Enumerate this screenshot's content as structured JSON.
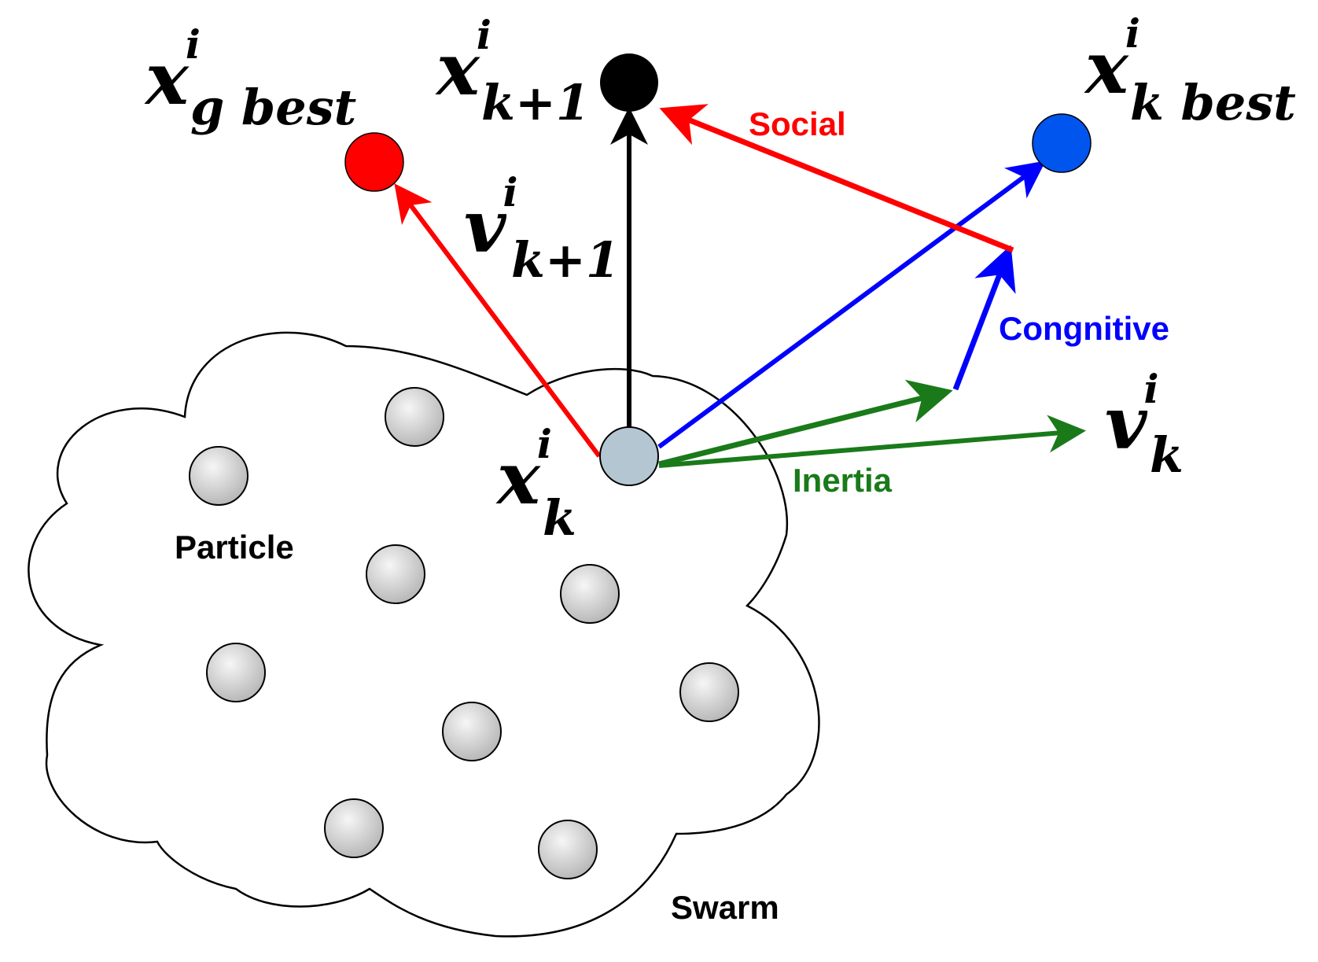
{
  "colors": {
    "social": "#ff0000",
    "cognitive": "#0000ff",
    "inertia": "#1a7a1a",
    "velocity_next": "#000000",
    "gbest_point": "#ff0000",
    "pbest_point": "#0055ee",
    "next_point": "#000000",
    "current_particle": "#b5c6d3",
    "swarm_particle": "#d3d3d3"
  },
  "labels": {
    "social": "Social",
    "cognitive": "Congnitive",
    "inertia": "Inertia",
    "particle": "Particle",
    "swarm": "Swarm"
  },
  "math": {
    "x_gbest": {
      "base": "x",
      "sup": "i",
      "sub": "g best"
    },
    "x_next": {
      "base": "x",
      "sup": "i",
      "sub": "k+1"
    },
    "x_kbest": {
      "base": "x",
      "sup": "i",
      "sub": "k best"
    },
    "v_next": {
      "base": "v",
      "sup": "i",
      "sub": "k+1"
    },
    "x_current": {
      "base": "x",
      "sup": "i",
      "sub": "k"
    },
    "v_current": {
      "base": "v",
      "sup": "i",
      "sub": "k"
    }
  }
}
